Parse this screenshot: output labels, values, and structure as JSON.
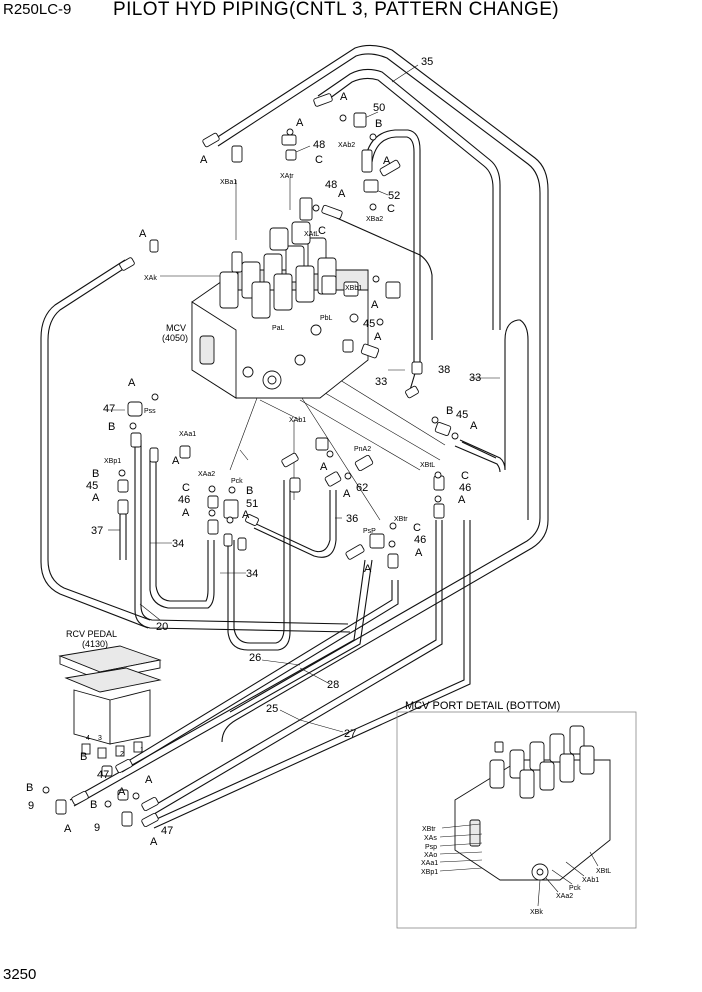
{
  "header": {
    "model": "R250LC-9",
    "title": "PILOT HYD PIPING(CNTL 3, PATTERN CHANGE)"
  },
  "page_number": "3250",
  "mcv": {
    "line1": "MCV",
    "line2": "(4050)"
  },
  "rcv": {
    "line1": "RCV PEDAL",
    "line2": "(4130)"
  },
  "detail": {
    "title": "MCV PORT DETAIL (BOTTOM)",
    "ports": [
      "XBtr",
      "XAs",
      "Psp",
      "XAo",
      "XAa1",
      "XBp1",
      "XBk",
      "XAa2",
      "Pck",
      "XAb1",
      "XBtL"
    ]
  },
  "ports": [
    "XBa1",
    "XAk",
    "XAtr",
    "XAb2",
    "XBa2",
    "XAtL",
    "XBb1",
    "PaL",
    "PbL",
    "Pss",
    "XAa1",
    "XAa2",
    "XBp1",
    "Pck",
    "XAb1",
    "PnA2",
    "PsP",
    "XBtr",
    "XBtL"
  ],
  "part_numbers": [
    "35",
    "50",
    "48",
    "52",
    "45",
    "33",
    "38",
    "47",
    "37",
    "34",
    "20",
    "26",
    "28",
    "25",
    "27",
    "36",
    "62",
    "46",
    "51",
    "9"
  ],
  "letters": [
    "A",
    "B",
    "C"
  ]
}
